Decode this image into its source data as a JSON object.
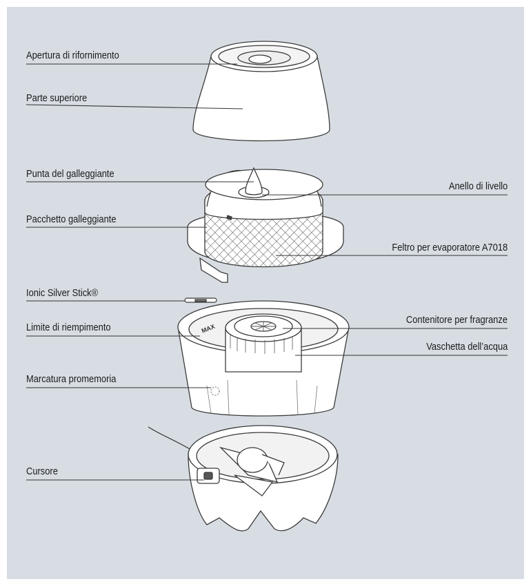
{
  "labels": {
    "apertura": "Apertura di rifornimento",
    "parte_superiore": "Parte superiore",
    "punta": "Punta del galleggiante",
    "anello": "Anello di livello",
    "pacchetto": "Pacchetto galleggiante",
    "feltro": "Feltro per evaporatore A7018",
    "ionic": "Ionic Silver Stick®",
    "limite": "Limite di riempimento",
    "contenitore": "Contenitore per fragranze",
    "vaschetta": "Vaschetta dell’acqua",
    "marcatura": "Marcatura promemoria",
    "cursore": "Cursore"
  },
  "markings": {
    "max": "MAX"
  },
  "colors": {
    "panel": "#d7dde3",
    "line": "#333333",
    "part_fill": "#ffffff",
    "stroke": "#3a3a3a"
  }
}
